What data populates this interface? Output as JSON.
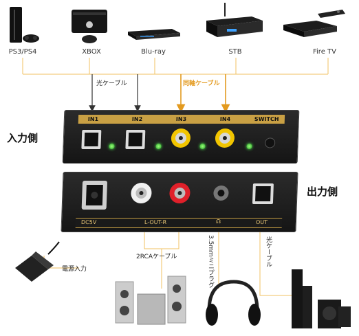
{
  "devices": [
    {
      "label": "PS3/PS4",
      "icon": "ps4-console-icon"
    },
    {
      "label": "XBOX",
      "icon": "xbox-console-icon"
    },
    {
      "label": "Blu-ray",
      "icon": "bluray-player-icon"
    },
    {
      "label": "STB",
      "icon": "set-top-box-icon"
    },
    {
      "label": "Fire TV",
      "icon": "fire-tv-icon"
    }
  ],
  "side_labels": {
    "input": "入力側",
    "output": "出力側"
  },
  "cables": {
    "optical_in": "光ケーブル",
    "coax_in": "同軸ケーブル",
    "rca_out": "2RCAケーブル",
    "mini_plug": "3.5mmミニプラグ",
    "optical_out": "光ケーブル",
    "power": "電源入力"
  },
  "input_panel": {
    "ports": [
      "IN1",
      "IN2",
      "IN3",
      "IN4"
    ],
    "switch": "SWITCH"
  },
  "output_panel": {
    "ports": [
      "DC5V",
      "L-OUT-R",
      "OUT"
    ]
  },
  "colors": {
    "accent": "#e39a1f",
    "strip": "#c9a044",
    "box": "#1d1d1d",
    "line": "#f0c060"
  }
}
